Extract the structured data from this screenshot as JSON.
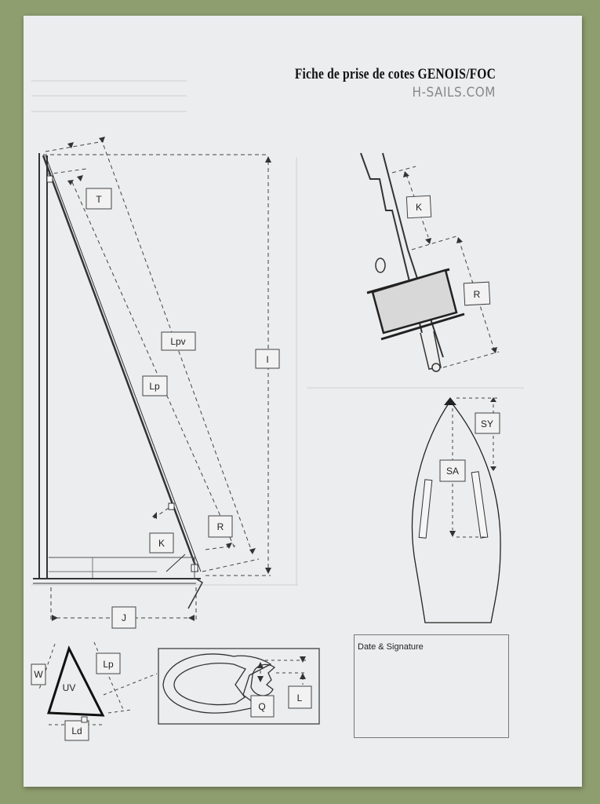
{
  "header": {
    "title": "Fiche de prise de cotes GENOIS/FOC",
    "website": "H-SAILS.COM"
  },
  "rig_diagram": {
    "labels": {
      "T": "T",
      "Lpv": "Lpv",
      "I": "I",
      "Lp": "Lp",
      "K": "K",
      "R": "R",
      "J": "J"
    }
  },
  "furler_detail": {
    "labels": {
      "K": "K",
      "R": "R"
    }
  },
  "deck_plan": {
    "labels": {
      "SY": "SY",
      "SA": "SA"
    }
  },
  "sail_triangle": {
    "labels": {
      "W": "W",
      "UV": "UV",
      "Lp": "Lp",
      "Ld": "Ld"
    }
  },
  "luff_section": {
    "labels": {
      "Q": "Q",
      "L": "L"
    }
  },
  "signature": {
    "label": "Date & Signature"
  }
}
